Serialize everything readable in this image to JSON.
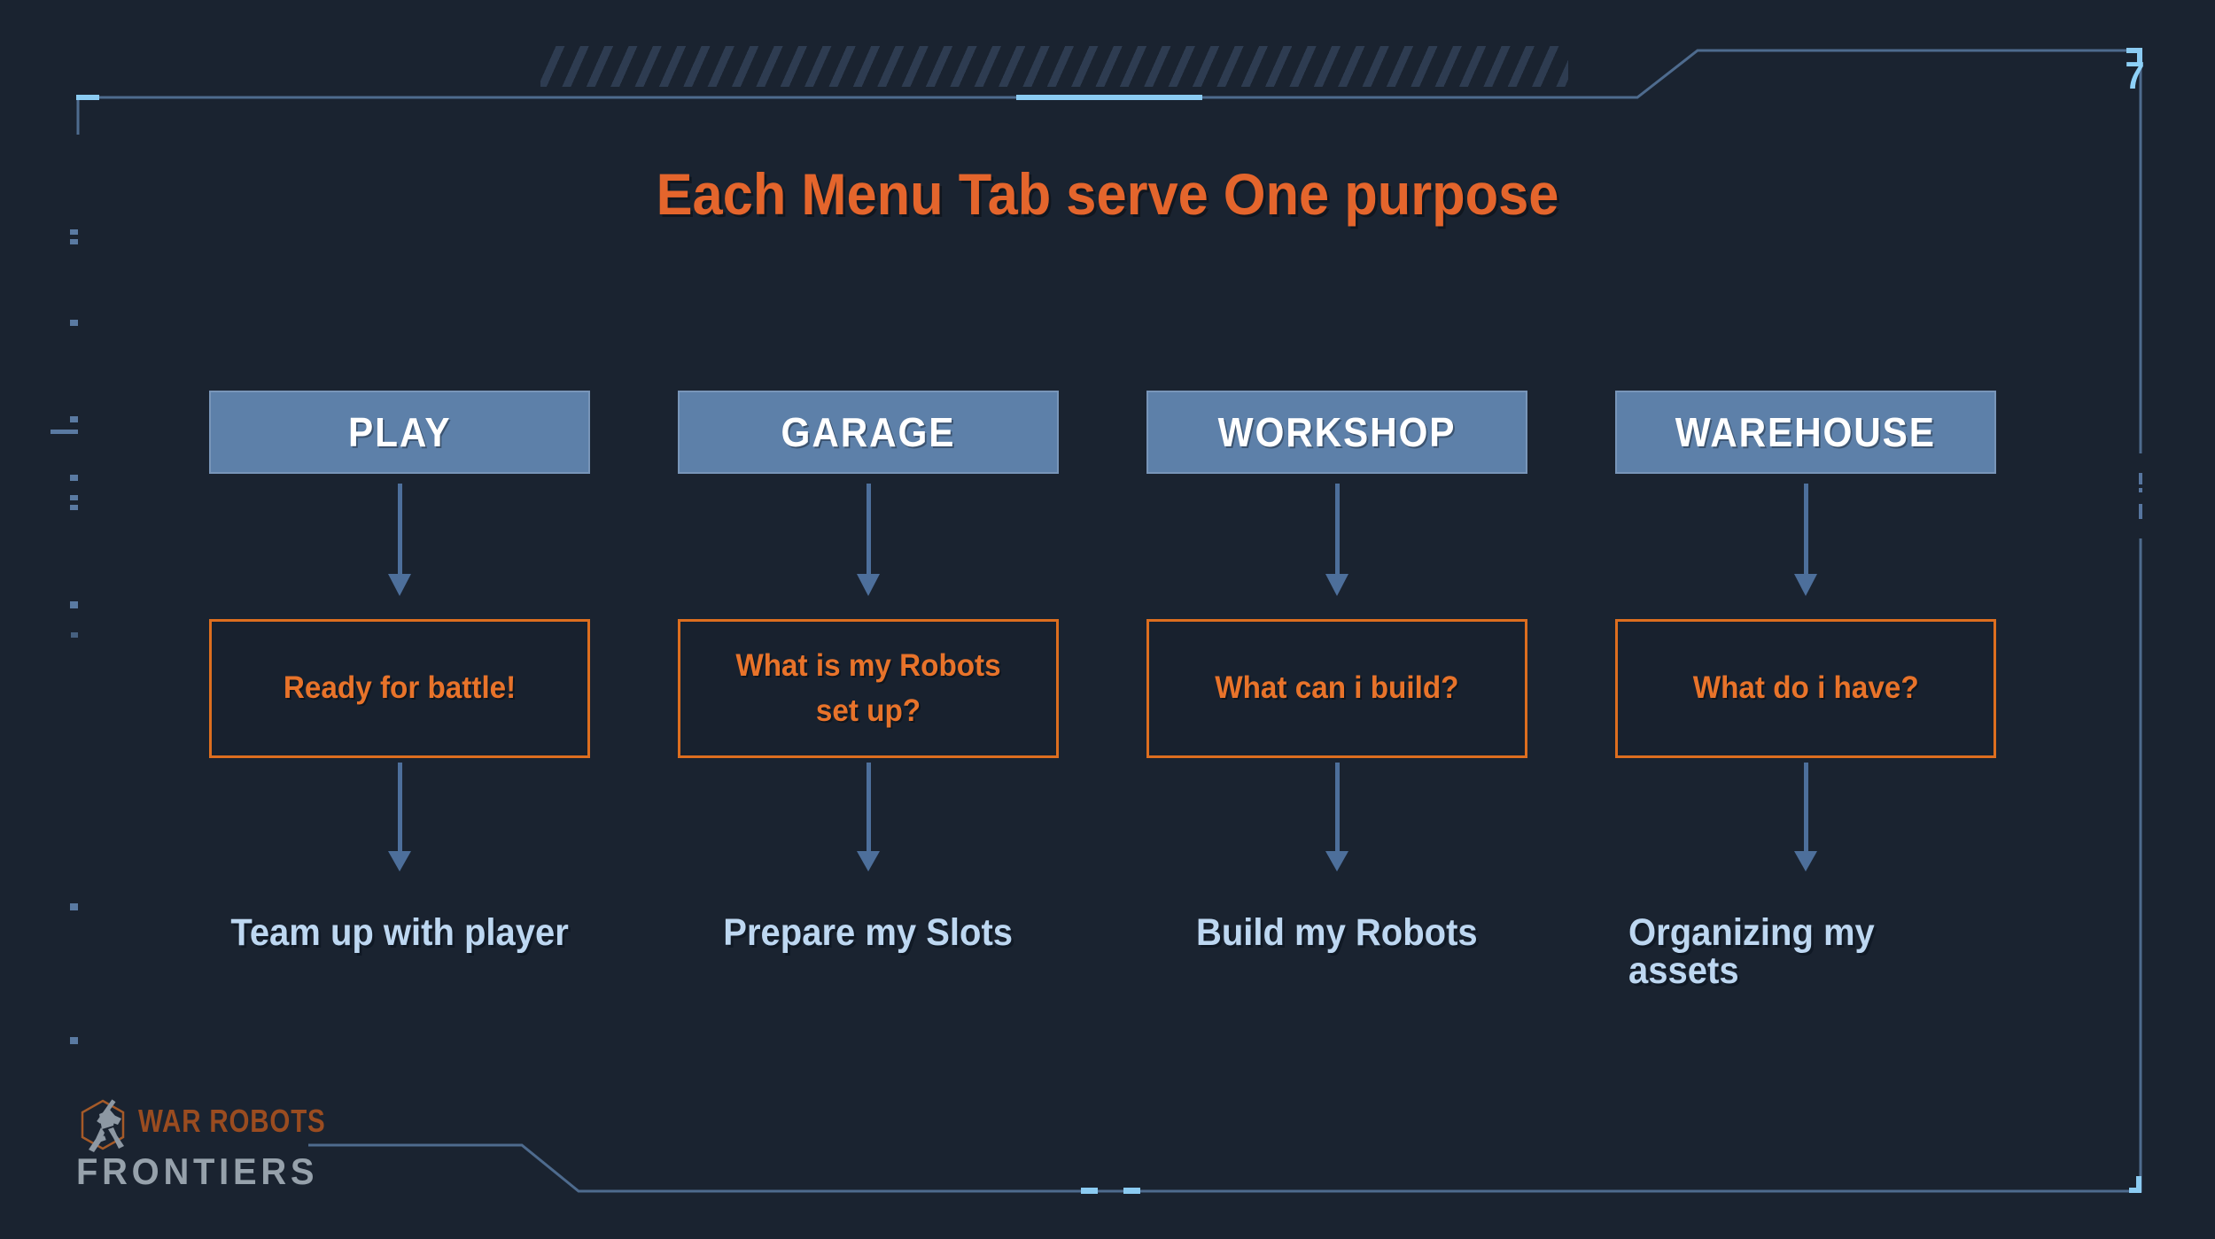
{
  "page": {
    "number": "7",
    "title": "Each Menu Tab serve One purpose"
  },
  "columns": [
    {
      "tab": "PLAY",
      "question": "Ready for battle!",
      "purpose": "Team up with player"
    },
    {
      "tab": "GARAGE",
      "question": "What is my Robots set up?",
      "purpose": "Prepare my Slots"
    },
    {
      "tab": "WORKSHOP",
      "question": "What can i build?",
      "purpose": "Build my Robots"
    },
    {
      "tab": "WAREHOUSE",
      "question": "What do i have?",
      "purpose": "Organizing my assets"
    }
  ],
  "footer": {
    "brand_top": "WAR ROBOTS",
    "brand_bottom": "FRONTIERS"
  },
  "colors": {
    "background": "#1a2330",
    "frame_line": "#4e6b8e",
    "frame_accent": "#8bcbf2",
    "tab_fill": "#5d80a9",
    "tab_text": "#ffffff",
    "question_border": "#dd6e1f",
    "question_text": "#e8732a",
    "title_text": "#e4652c",
    "purpose_text": "#bdd7f1",
    "arrow": "#4d6f9b",
    "hazard_stripe": "#2e3c51",
    "page_number": "#8ed1f8",
    "brand_top_text": "#9a4c20",
    "brand_bottom_text": "#96a1ab",
    "emblem_outline": "#a55a28",
    "emblem_robot": "#8d98a3"
  }
}
